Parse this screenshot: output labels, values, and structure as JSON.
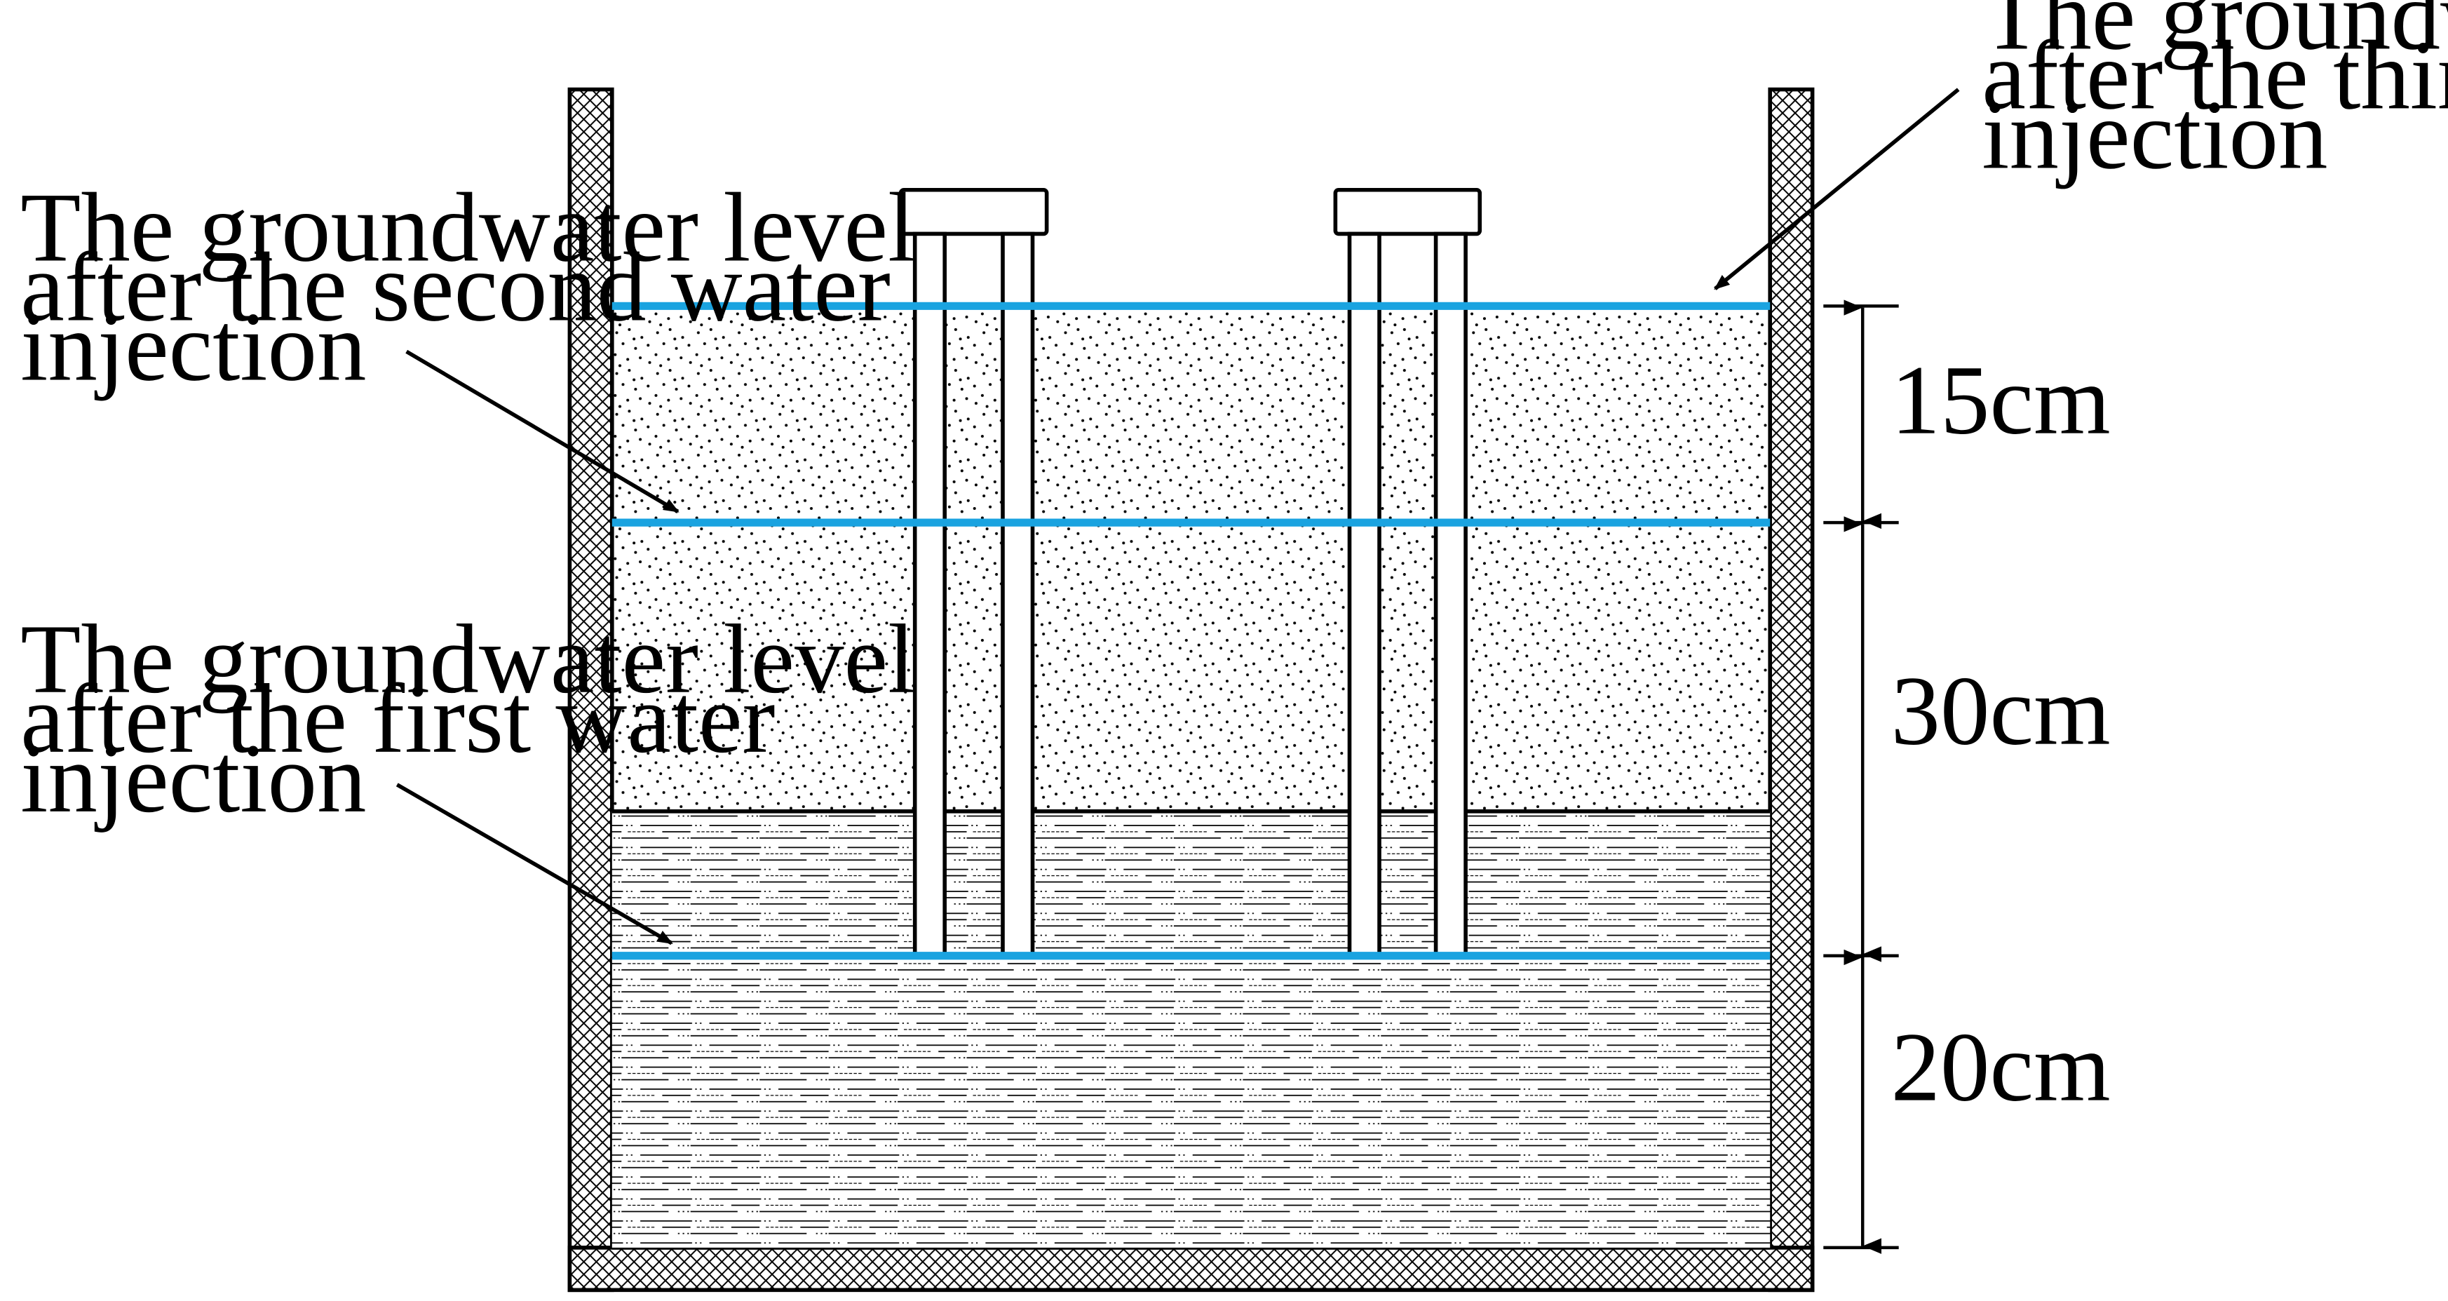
{
  "annotations": {
    "third_injection": {
      "line1": "The groundwater level",
      "line2": "after the third water",
      "line3": "injection"
    },
    "second_injection": {
      "line1": "The groundwater level",
      "line2": "after the second water",
      "line3": "injection"
    },
    "first_injection": {
      "line1": "The groundwater level",
      "line2": "after the first water",
      "line3": "injection"
    }
  },
  "dimensions": {
    "top_segment": "15cm",
    "middle_segment": "30cm",
    "bottom_segment": "20cm"
  },
  "colors": {
    "water_level": "#1aa3e0",
    "outline": "#000000",
    "background": "#ffffff"
  }
}
